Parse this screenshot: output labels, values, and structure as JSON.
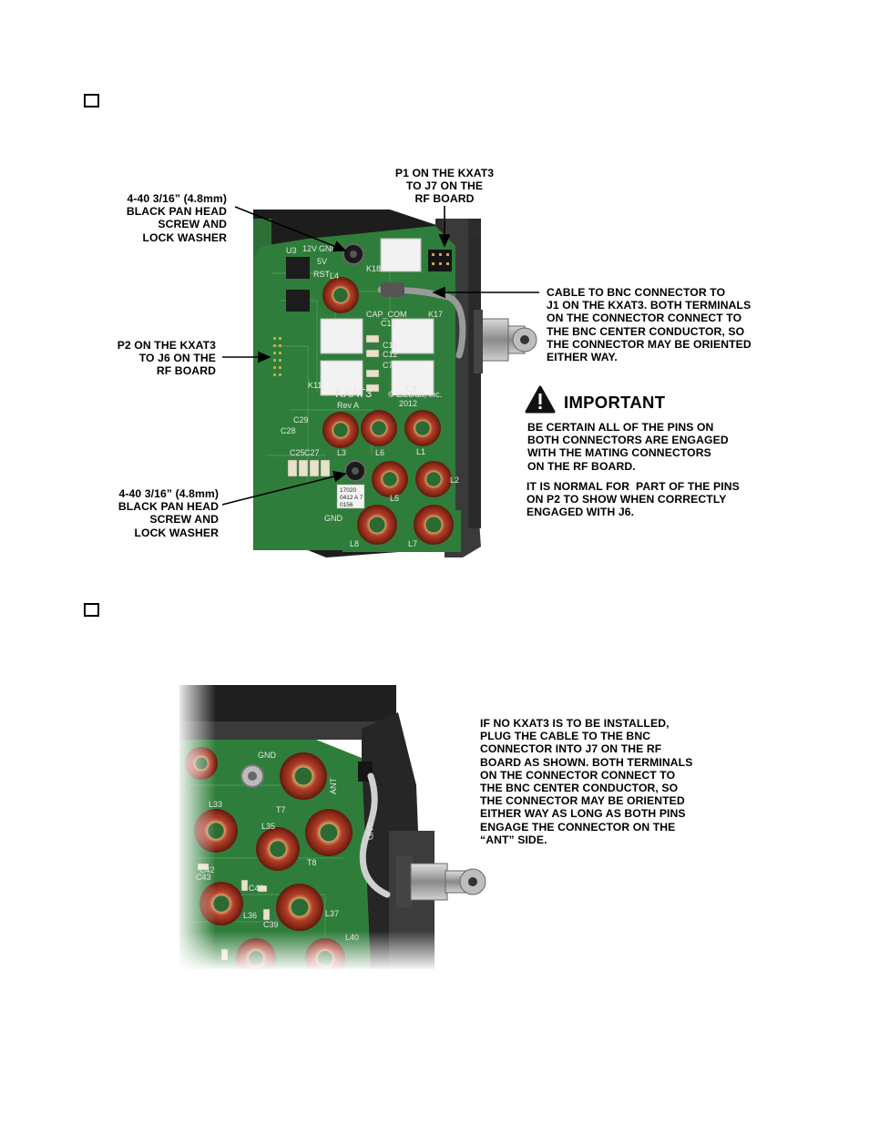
{
  "figure1": {
    "label_screw_top": "4-40 3/16” (4.8mm)\nBLACK PAN HEAD\nSCREW AND\nLOCK WASHER",
    "label_p1": "P1 ON THE KXAT3\nTO J7 ON THE\nRF BOARD",
    "label_cable": "CABLE TO BNC CONNECTOR TO\nJ1 ON THE KXAT3. BOTH TERMINALS\nON THE CONNECTOR CONNECT TO\nTHE BNC CENTER CONDUCTOR, SO\nTHE CONNECTOR MAY BE ORIENTED\nEITHER WAY.",
    "label_p2": "P2 ON THE KXAT3\nTO J6 ON THE\nRF BOARD",
    "label_screw_bottom": "4-40 3/16” (4.8mm)\nBLACK PAN HEAD\nSCREW AND\nLOCK WASHER",
    "important_title": "IMPORTANT",
    "important_text_1": "BE CERTAIN ALL OF THE PINS ON\nBOTH CONNECTORS ARE ENGAGED\nWITH THE MATING CONNECTORS\nON THE RF BOARD.",
    "important_text_2": "IT IS NORMAL FOR  PART OF THE PINS\nON P2 TO SHOW WHEN CORRECTLY\nENGAGED WITH J6.",
    "board_silk": "KXAT3",
    "board_vendor": "© Elecraft, Inc.",
    "board_rev": "Rev A",
    "board_year": "2012",
    "sticker_lines": [
      "17020",
      "0412 A 7",
      "0156"
    ],
    "silk_labels": [
      "L1",
      "L2",
      "L3",
      "L4",
      "L5",
      "L6",
      "L7",
      "L8",
      "K18",
      "K17",
      "GND",
      "12V",
      "5V",
      "RST",
      "U3",
      "CAP_COM",
      "C14",
      "C11",
      "C12",
      "C7",
      "C9",
      "K11",
      "C27",
      "C25",
      "C28",
      "C29",
      "GND"
    ]
  },
  "figure2": {
    "label_no_kxat3": "IF NO KXAT3 IS TO BE INSTALLED,\nPLUG THE CABLE TO THE BNC\nCONNECTOR INTO J7 ON THE RF\nBOARD AS SHOWN. BOTH TERMINALS\nON THE CONNECTOR CONNECT TO\nTHE BNC CENTER CONDUCTOR, SO\nTHE CONNECTOR MAY BE ORIENTED\nEITHER WAY AS LONG AS BOTH PINS\nENGAGE THE CONNECTOR ON THE\n“ANT” SIDE.",
    "silk_labels": [
      "GND",
      "L33",
      "T7",
      "L35",
      "T8",
      "ANT",
      "GND",
      "C42",
      "C43",
      "C41",
      "L36",
      "L37",
      "C39",
      "L40"
    ]
  },
  "colors": {
    "pcb_green": "#2f7d3a",
    "pcb_dark": "#1f5a2a",
    "toroid_red": "#a8321f",
    "chassis": "#2a2a2a",
    "warning_black": "#111111"
  }
}
